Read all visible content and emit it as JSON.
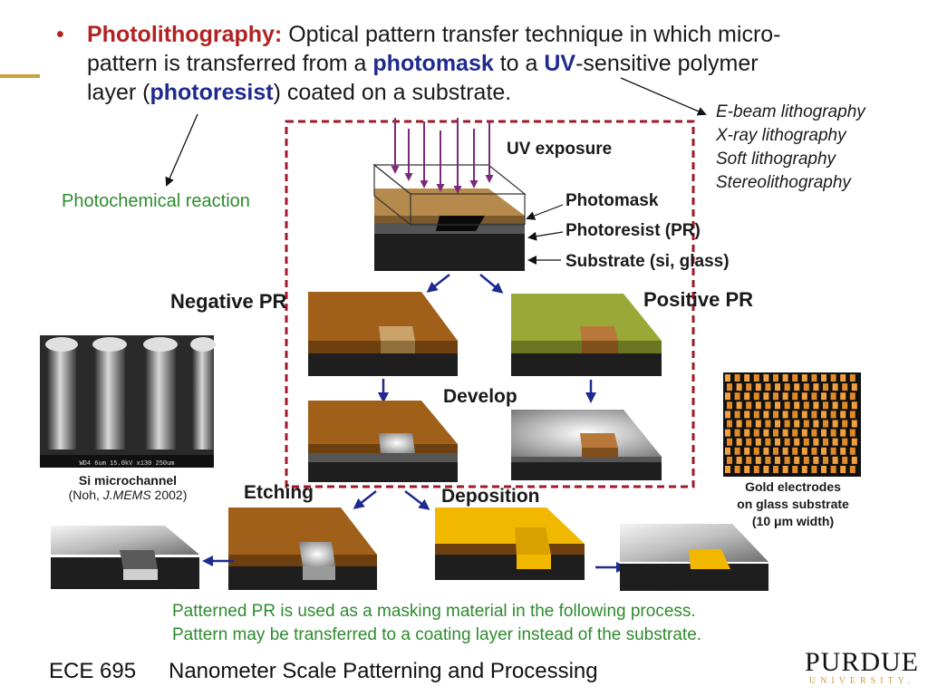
{
  "header": {
    "bullet": "•",
    "line1": {
      "term": "Photolithography:",
      "text": " Optical pattern transfer technique in which micro-"
    },
    "line2": {
      "pre": "pattern is transferred from a ",
      "kw1": "photomask",
      "mid": " to a ",
      "kw2": "UV",
      "post": "-sensitive polymer"
    },
    "line3": {
      "pre": "layer (",
      "kw": "photoresist",
      "post": ") coated on a substrate."
    }
  },
  "alternatives": [
    "E-beam lithography",
    "X-ray lithography",
    "Soft lithography",
    "Stereolithography"
  ],
  "labels": {
    "photochemical": "Photochemical reaction",
    "uv_exposure": "UV exposure",
    "photomask": "Photomask",
    "photoresist": "Photoresist (PR)",
    "substrate": "Substrate (si, glass)",
    "negative_pr": "Negative PR",
    "positive_pr": "Positive PR",
    "develop": "Develop",
    "etching": "Etching",
    "deposition": "Deposition"
  },
  "si_caption": {
    "line1": "Si microchannel",
    "line2_pre": "(Noh, ",
    "line2_ital": "J.MEMS",
    "line2_post": " 2002)"
  },
  "sem_micrograph_text": "WD4 6um 15.0kV x130 250um",
  "gold_caption": [
    "Gold electrodes",
    "on glass substrate",
    "(10 μm width)"
  ],
  "notes": [
    "Patterned PR is used as a masking material in the following process.",
    "Pattern may be transferred to a coating layer instead of the substrate."
  ],
  "footer": {
    "course": "ECE 695",
    "title": "Nanometer Scale Patterning and Processing"
  },
  "logo": {
    "name": "PURDUE",
    "sub": "UNIVERSITY."
  },
  "colors": {
    "red_term": "#b22222",
    "blue_term": "#1f2a8f",
    "green_text": "#2e8b2e",
    "dashed_box": "#a0182a",
    "arrow_blue": "#1f2a8f",
    "uv_arrows": "#7b2a7b",
    "pr_brown": "#a0601a",
    "pr_olive": "#9aa838",
    "gold": "#f2b800",
    "gold_bar": "#c8a23a"
  }
}
